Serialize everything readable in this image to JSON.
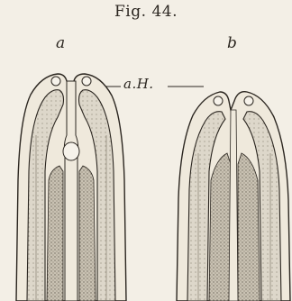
{
  "figure": {
    "title": "Fig. 44.",
    "panel_a_label": "a",
    "panel_b_label": "b",
    "annotation_label": "a.H."
  }
}
